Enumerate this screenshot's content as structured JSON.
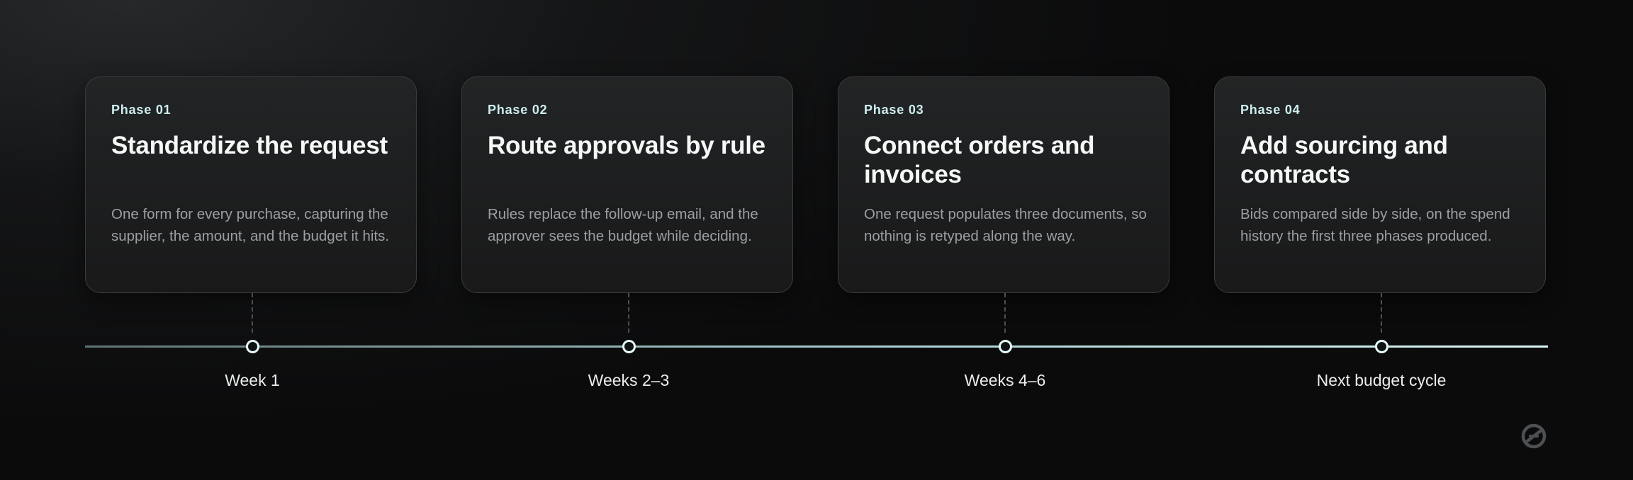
{
  "phases": [
    {
      "label": "Phase 01",
      "title": "Standardize the request",
      "description": "One form for every purchase, capturing the supplier, the amount, and the budget it hits.",
      "timing": "Week 1"
    },
    {
      "label": "Phase 02",
      "title": "Route approvals by rule",
      "description": "Rules replace the follow-up email, and the approver sees the budget while deciding.",
      "timing": "Weeks 2–3"
    },
    {
      "label": "Phase 03",
      "title": "Connect orders and invoices",
      "description": "One request populates three documents, so nothing is retyped along the way.",
      "timing": "Weeks 4–6"
    },
    {
      "label": "Phase 04",
      "title": "Add sourcing and contracts",
      "description": "Bids compared side by side, on the spend history the first three phases produced.",
      "timing": "Next budget cycle"
    }
  ],
  "colors": {
    "accent": "#cdeeef",
    "node": "#e6fbfb",
    "background": "#0b0b0c"
  },
  "logo_icon": "brand-logo-icon"
}
